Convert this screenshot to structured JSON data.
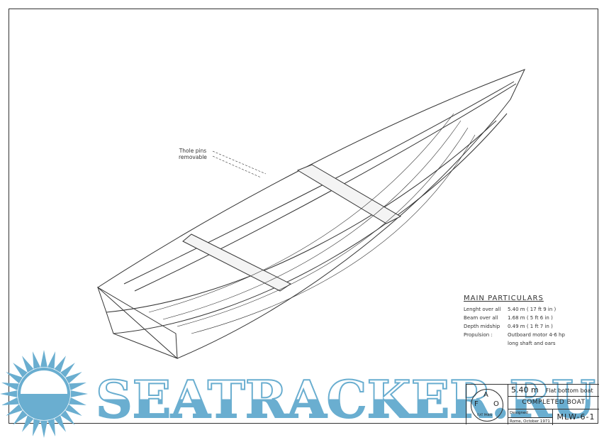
{
  "drawing": {
    "callout": {
      "line1": "Thole pins",
      "line2": "removable"
    },
    "particulars": {
      "heading": "MAIN PARTICULARS",
      "rows": [
        {
          "label": "Lenght over all",
          "value": "5.40 m  ( 17 ft  9 in )"
        },
        {
          "label": "Beam  over all",
          "value": "1.68 m  ( 5 ft  6 in )"
        },
        {
          "label": "Depth midship",
          "value": "0.49 m  ( 1 ft  7 in )"
        },
        {
          "label": "Propulsion :",
          "value": "Outboard motor 4-6 hp"
        },
        {
          "label": "",
          "value": "long shaft and oars"
        }
      ]
    },
    "title_block": {
      "logo_letters": [
        "F",
        "A",
        "O"
      ],
      "logo_motto": "FIAT PANIS",
      "length": "5.40 m",
      "type": "Flat bottom boat",
      "title": "COMPLETED BOAT",
      "designed": "Designed",
      "place_date": "Rome, October 1971",
      "code": "MLW-6-1"
    }
  },
  "watermark": {
    "text": "SEATRACKER.RU",
    "color": "#6aaed0"
  }
}
